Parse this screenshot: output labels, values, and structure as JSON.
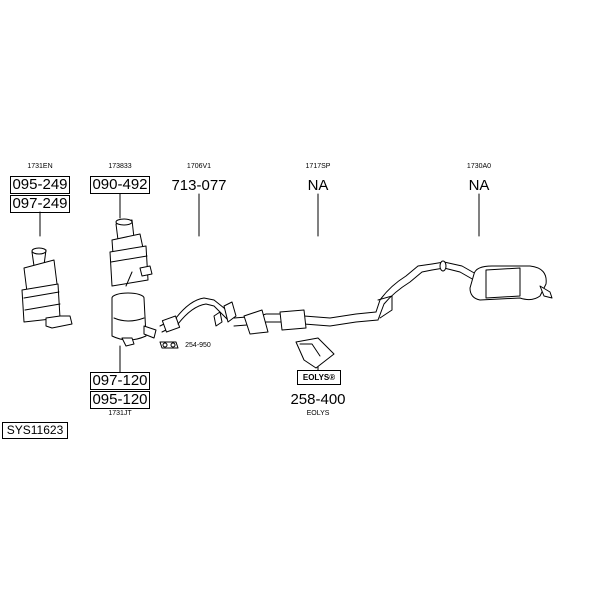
{
  "parts": [
    {
      "id": "1731EN",
      "numbers": [
        "095-249",
        "097-249"
      ]
    },
    {
      "id": "173833",
      "numbers": [
        "090-492"
      ]
    },
    {
      "id": "1706V1",
      "numbers": [
        "713-077"
      ]
    },
    {
      "id": "1717SP",
      "numbers": [
        "NA"
      ]
    },
    {
      "id": "1730A0",
      "numbers": [
        "NA"
      ]
    },
    {
      "id": "1731JT",
      "numbers": [
        "097-120",
        "095-120"
      ]
    }
  ],
  "gasket": {
    "number": "254-950"
  },
  "eolys": {
    "badge": "EOLYS®",
    "number": "258-400",
    "id": "EOLYS"
  },
  "system_code": "SYS11623",
  "colors": {
    "stroke": "#000000",
    "fill": "#ffffff",
    "shade": "#d9d9d9"
  }
}
